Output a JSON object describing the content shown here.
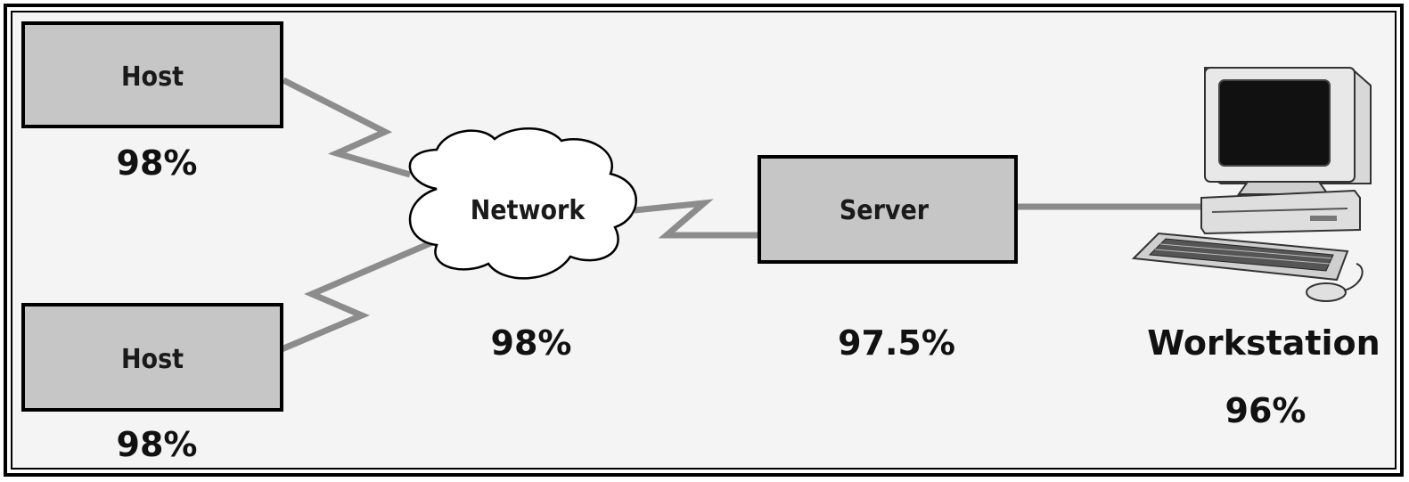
{
  "nodes": {
    "host_top": {
      "label": "Host",
      "availability": "98%"
    },
    "host_bottom": {
      "label": "Host",
      "availability": "98%"
    },
    "network": {
      "label": "Network",
      "availability": "98%"
    },
    "server": {
      "label": "Server",
      "availability": "97.5%"
    },
    "workstation": {
      "label": "Workstation",
      "availability": "96%",
      "icon": "desktop-computer-icon"
    }
  },
  "colors": {
    "box_fill": "#c6c6c6",
    "link": "#8c8c8c",
    "background": "#f4f4f4",
    "border": "#000000"
  }
}
